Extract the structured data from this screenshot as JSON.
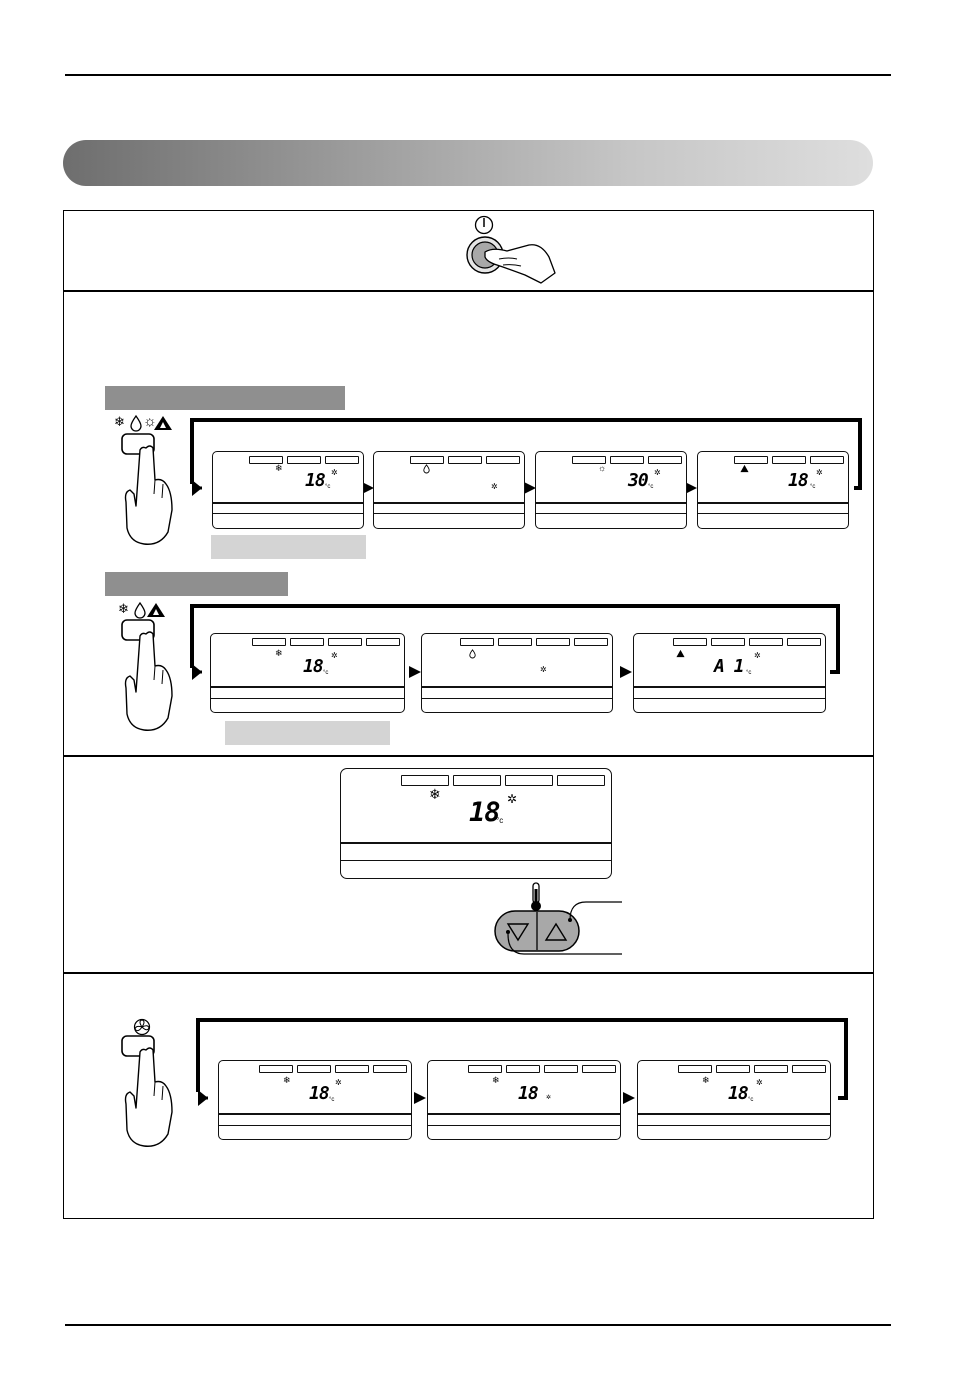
{
  "icons": {
    "power": "power-icon",
    "mode_set_a": [
      "snowflake-icon",
      "drop-icon",
      "sun-icon",
      "auto-icon"
    ],
    "mode_set_b": [
      "snowflake-icon",
      "drop-icon",
      "auto-icon"
    ],
    "thermometer": "thermometer-icon",
    "fan": "fan-icon"
  },
  "glyphs": {
    "cool": "❄",
    "dry": "💧",
    "heat": "☼",
    "auto": "▲",
    "fan": "✲",
    "down": "▽",
    "up": "△"
  },
  "mode_row_a": [
    {
      "mode": "cool",
      "temp": "18",
      "unit": "°c"
    },
    {
      "mode": "dry",
      "temp": "",
      "unit": ""
    },
    {
      "mode": "heat",
      "temp": "30",
      "unit": "°c"
    },
    {
      "mode": "auto",
      "temp": "18",
      "unit": "°c"
    }
  ],
  "mode_row_b": [
    {
      "mode": "cool",
      "temp": "18",
      "unit": "°c"
    },
    {
      "mode": "dry",
      "temp": "",
      "unit": ""
    },
    {
      "mode": "auto",
      "temp": "A 1",
      "unit": "°c"
    }
  ],
  "temp_display": {
    "mode": "cool",
    "temp": "18",
    "unit": "°c"
  },
  "fan_row": [
    {
      "mode": "cool",
      "temp": "18",
      "unit": "°c"
    },
    {
      "mode": "cool",
      "temp": "18",
      "unit": ""
    },
    {
      "mode": "cool",
      "temp": "18",
      "unit": "°c"
    }
  ],
  "colors": {
    "banner_dark": "#6e6e6e",
    "banner_light": "#dedede",
    "label_bar": "#8f8f8f",
    "caption_bar": "#d4d4d4",
    "button": "#a8a8a8"
  }
}
